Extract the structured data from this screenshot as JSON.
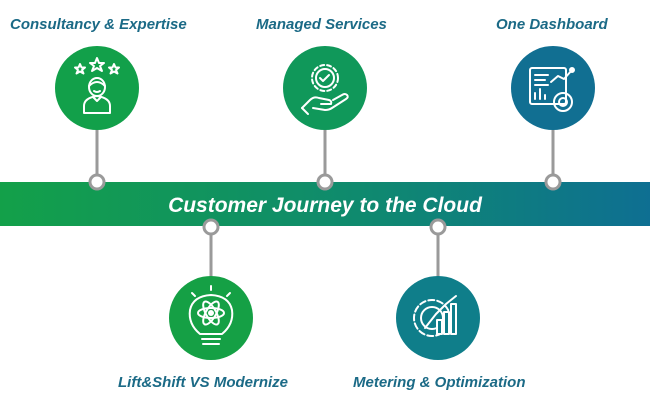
{
  "banner": {
    "title": "Customer Journey to the Cloud"
  },
  "stages": [
    {
      "label": "Consultancy & Expertise",
      "icon": "person-stars-icon",
      "position": "top",
      "color": "#12a04a"
    },
    {
      "label": "Managed Services",
      "icon": "gear-hand-icon",
      "position": "top",
      "color": "#10985a"
    },
    {
      "label": "One Dashboard",
      "icon": "dashboard-chart-icon",
      "position": "top",
      "color": "#116f92"
    },
    {
      "label": "Lift&Shift VS Modernize",
      "icon": "lightbulb-atom-icon",
      "position": "bottom",
      "color": "#15a045"
    },
    {
      "label": "Metering & Optimization",
      "icon": "gear-bars-icon",
      "position": "bottom",
      "color": "#0f7e8a"
    }
  ],
  "colors": {
    "label_text": "#1b6a86",
    "green": "#13a049",
    "teal": "#0e7390",
    "connector": "#9a9a9a"
  }
}
